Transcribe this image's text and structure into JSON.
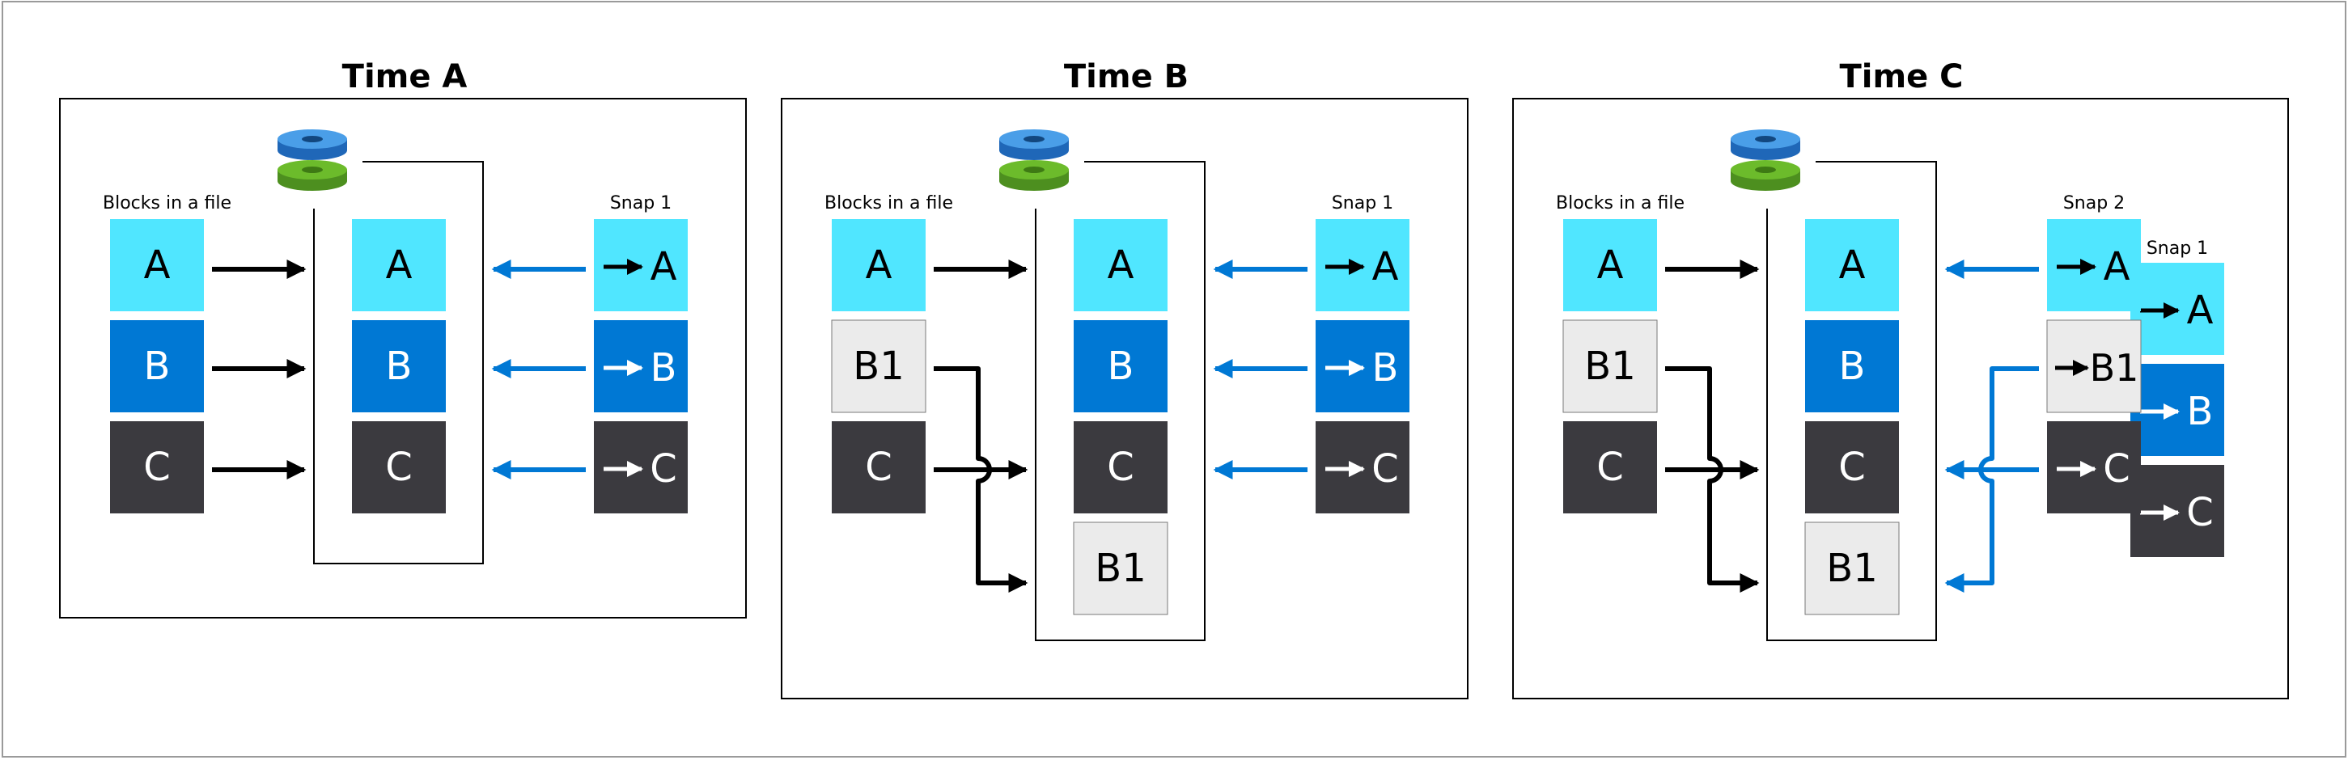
{
  "panels": {
    "a": {
      "title": "Time A",
      "left_label": "Blocks in a file",
      "snap_label": "Snap 1"
    },
    "b": {
      "title": "Time B",
      "left_label": "Blocks in a file",
      "snap_label": "Snap 1"
    },
    "c": {
      "title": "Time C",
      "left_label": "Blocks in a file",
      "snap_label": "Snap 2",
      "snap_back_label": "Snap 1"
    }
  },
  "blocks": {
    "a": "A",
    "b": "B",
    "c": "C",
    "b1": "B1"
  },
  "colors": {
    "block_a": "#50e6ff",
    "block_b": "#0078d4",
    "block_c": "#3b3a3f",
    "block_b1": "#ebebeb",
    "arrow_black": "#000000",
    "arrow_blue": "#0078d4",
    "disk_blue": "#4a9ee8",
    "disk_green": "#6cbb2b"
  }
}
